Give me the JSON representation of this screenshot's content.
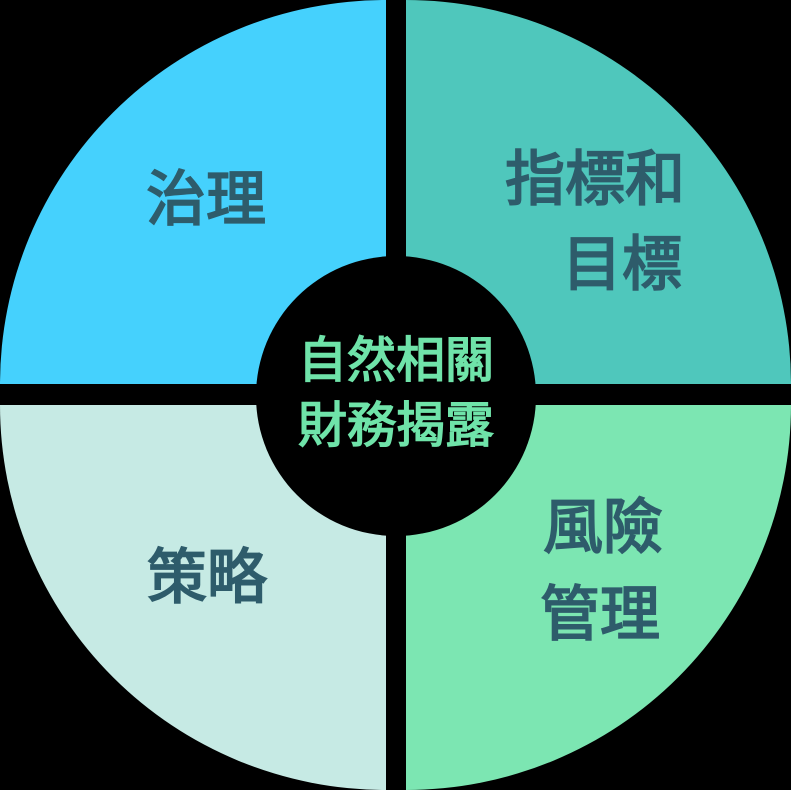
{
  "background_color": "#000000",
  "diagram": {
    "center": {
      "lines": {
        "line1": "自然相關",
        "line2": "財務揭露"
      },
      "text_color": "#6fe3a9",
      "bg_color": "#000000"
    },
    "quadrants": {
      "governance": {
        "position": "top-left",
        "label": "治理",
        "color": "#45d1fd"
      },
      "metrics_targets": {
        "position": "top-right",
        "label_line1": "指標和",
        "label_line2": "目標",
        "color": "#4fc7bc"
      },
      "strategy": {
        "position": "bottom-left",
        "label": "策略",
        "color": "#c6eae4"
      },
      "risk_management": {
        "position": "bottom-right",
        "label_line1": "風險",
        "label_line2": "管理",
        "color": "#7ce6b2"
      }
    },
    "label_text_color": "#2e5c6b"
  }
}
